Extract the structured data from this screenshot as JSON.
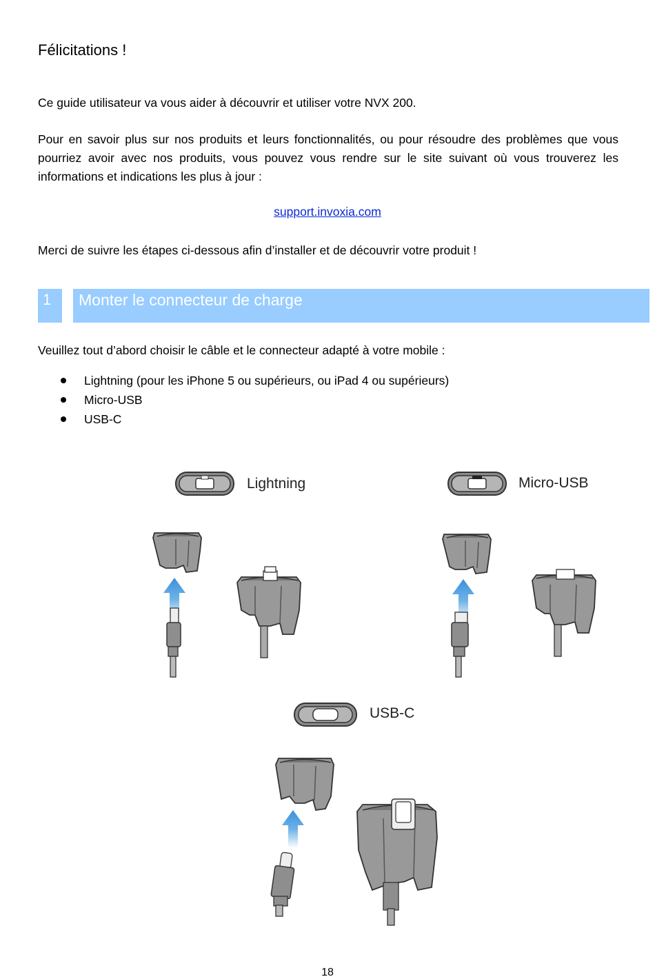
{
  "header": {
    "title": "Félicitations !"
  },
  "intro": {
    "line1": "Ce guide utilisateur va vous aider à découvrir et utiliser votre NVX 200.",
    "line2": "Pour en savoir plus sur nos produits et leurs fonctionnalités, ou pour résoudre des problèmes que vous pourriez avoir avec nos produits, vous pouvez vous rendre sur le site suivant où vous trouverez les informations et indications les plus à jour :",
    "link": "support.invoxia.com",
    "line3": "Merci de suivre les étapes ci-dessous afin d’installer et de découvrir votre produit !"
  },
  "section": {
    "number": "1",
    "title": "Monter le connecteur de charge",
    "intro": "Veuillez tout d’abord choisir le câble et le connecteur adapté à votre mobile :",
    "bullets": [
      "Lightning (pour les iPhone 5 ou supérieurs, ou iPad 4 ou supérieurs)",
      "Micro-USB",
      "USB-C"
    ]
  },
  "illustrations": {
    "lightning_label": "Lightning",
    "microusb_label": "Micro-USB",
    "usbc_label": "USB-C"
  },
  "colors": {
    "section_band": "#99ccff",
    "arrow": "#4a9fe0",
    "part_gray": "#9c9c9c",
    "outline": "#333333"
  },
  "footer": {
    "page_number": "18"
  }
}
